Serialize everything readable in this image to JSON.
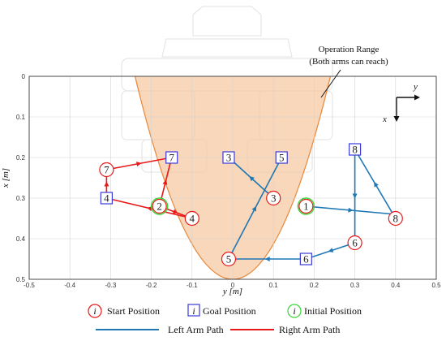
{
  "chart_data": {
    "type": "scatter",
    "title": "",
    "xlabel": "y [m]",
    "ylabel": "x [m]",
    "xlim": [
      -0.5,
      0.5
    ],
    "ylim": [
      0,
      0.5
    ],
    "y_axis_inverted": true,
    "grid": true,
    "x_ticks": [
      "-0.5",
      "-0.4",
      "-0.3",
      "-0.2",
      "-0.1",
      "0",
      "0.1",
      "0.2",
      "0.3",
      "0.4",
      "0.5"
    ],
    "y_ticks": [
      "0",
      "0.1",
      "0.2",
      "0.3",
      "0.4",
      "0.5"
    ],
    "operation_range": {
      "label_line1": "Operation Range",
      "label_line2": "(Both arms can reach)",
      "color": "#f5c9a4",
      "edge_color": "#e8883a",
      "vertex": [
        0.0,
        0.5
      ],
      "top_half_width": 0.24
    },
    "axes_indicator": {
      "y_label": "y",
      "x_label": "x"
    },
    "left_arm_color": "#1f77b4",
    "right_arm_color": "#e8191a",
    "left_arm": {
      "start_positions": [
        {
          "label": "1",
          "x": 0.18,
          "y": 0.32
        },
        {
          "label": "3",
          "x": 0.1,
          "y": 0.3
        },
        {
          "label": "5",
          "x": -0.01,
          "y": 0.45
        },
        {
          "label": "6",
          "x": 0.3,
          "y": 0.41
        },
        {
          "label": "8",
          "x": 0.4,
          "y": 0.35
        }
      ],
      "goal_positions": [
        {
          "label": "3",
          "x": -0.01,
          "y": 0.2
        },
        {
          "label": "5",
          "x": 0.12,
          "y": 0.2
        },
        {
          "label": "6",
          "x": 0.18,
          "y": 0.45
        },
        {
          "label": "8",
          "x": 0.3,
          "y": 0.18
        }
      ],
      "paths": [
        [
          [
            0.18,
            0.32
          ],
          [
            0.4,
            0.34
          ]
        ],
        [
          [
            0.4,
            0.35
          ],
          [
            0.3,
            0.18
          ]
        ],
        [
          [
            0.3,
            0.18
          ],
          [
            0.3,
            0.41
          ]
        ],
        [
          [
            0.3,
            0.41
          ],
          [
            0.18,
            0.45
          ]
        ],
        [
          [
            0.18,
            0.45
          ],
          [
            -0.01,
            0.45
          ]
        ],
        [
          [
            -0.01,
            0.45
          ],
          [
            0.12,
            0.2
          ]
        ],
        [
          [
            0.1,
            0.3
          ],
          [
            -0.01,
            0.2
          ]
        ]
      ]
    },
    "right_arm": {
      "initial_positions": [
        {
          "label": "2",
          "x": -0.18,
          "y": 0.32
        }
      ],
      "start_positions": [
        {
          "label": "4",
          "x": -0.1,
          "y": 0.35
        },
        {
          "label": "7",
          "x": -0.31,
          "y": 0.23
        }
      ],
      "goal_positions": [
        {
          "label": "4",
          "x": -0.31,
          "y": 0.3
        },
        {
          "label": "7",
          "x": -0.15,
          "y": 0.2
        }
      ],
      "paths": [
        [
          [
            -0.18,
            0.32
          ],
          [
            -0.15,
            0.2
          ]
        ],
        [
          [
            -0.1,
            0.35
          ],
          [
            -0.31,
            0.3
          ]
        ],
        [
          [
            -0.31,
            0.3
          ],
          [
            -0.31,
            0.23
          ]
        ],
        [
          [
            -0.31,
            0.23
          ],
          [
            -0.15,
            0.2
          ]
        ],
        [
          [
            -0.18,
            0.32
          ],
          [
            -0.1,
            0.35
          ]
        ]
      ]
    },
    "initial_positions": [
      {
        "label": "1",
        "x": 0.18,
        "y": 0.32
      },
      {
        "label": "2",
        "x": -0.18,
        "y": 0.32
      }
    ],
    "legend": {
      "placement": "bottom",
      "start_position": "Start Position",
      "goal_position": "Goal Position",
      "initial_position": "Initial Position",
      "marker_symbol": "i",
      "left_arm_path": "Left Arm Path",
      "right_arm_path": "Right Arm Path"
    }
  }
}
